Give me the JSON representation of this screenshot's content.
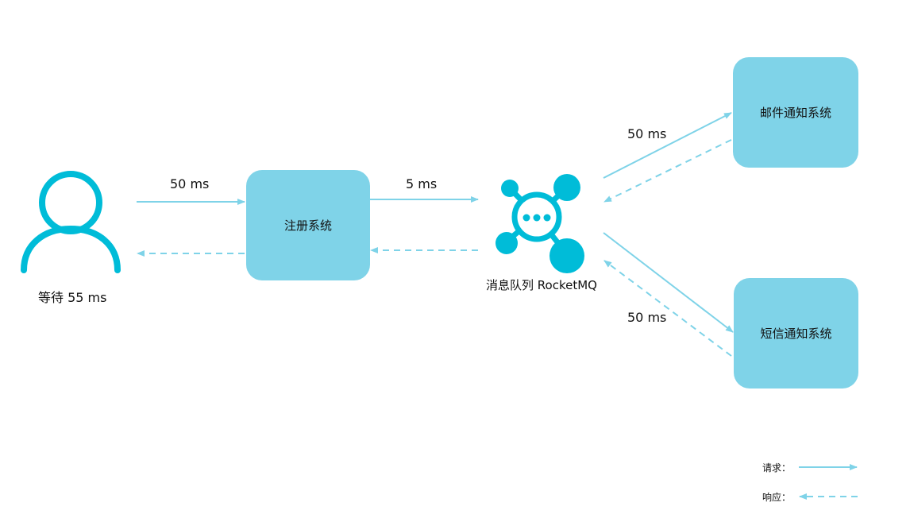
{
  "diagram": {
    "user": {
      "label": "等待 55 ms"
    },
    "register": {
      "label": "注册系统"
    },
    "mq": {
      "label": "消息队列 RocketMQ"
    },
    "email": {
      "label": "邮件通知系统"
    },
    "sms": {
      "label": "短信通知系统"
    },
    "edges": {
      "user_to_register": "50 ms",
      "register_to_mq": "5 ms",
      "mq_to_email": "50 ms",
      "mq_to_sms": "50 ms"
    }
  },
  "legend": {
    "request": "请求：",
    "response": "响应："
  },
  "colors": {
    "box": "#7fd3e8",
    "icon": "#00bcd8",
    "arrow": "#7fd3e8"
  }
}
